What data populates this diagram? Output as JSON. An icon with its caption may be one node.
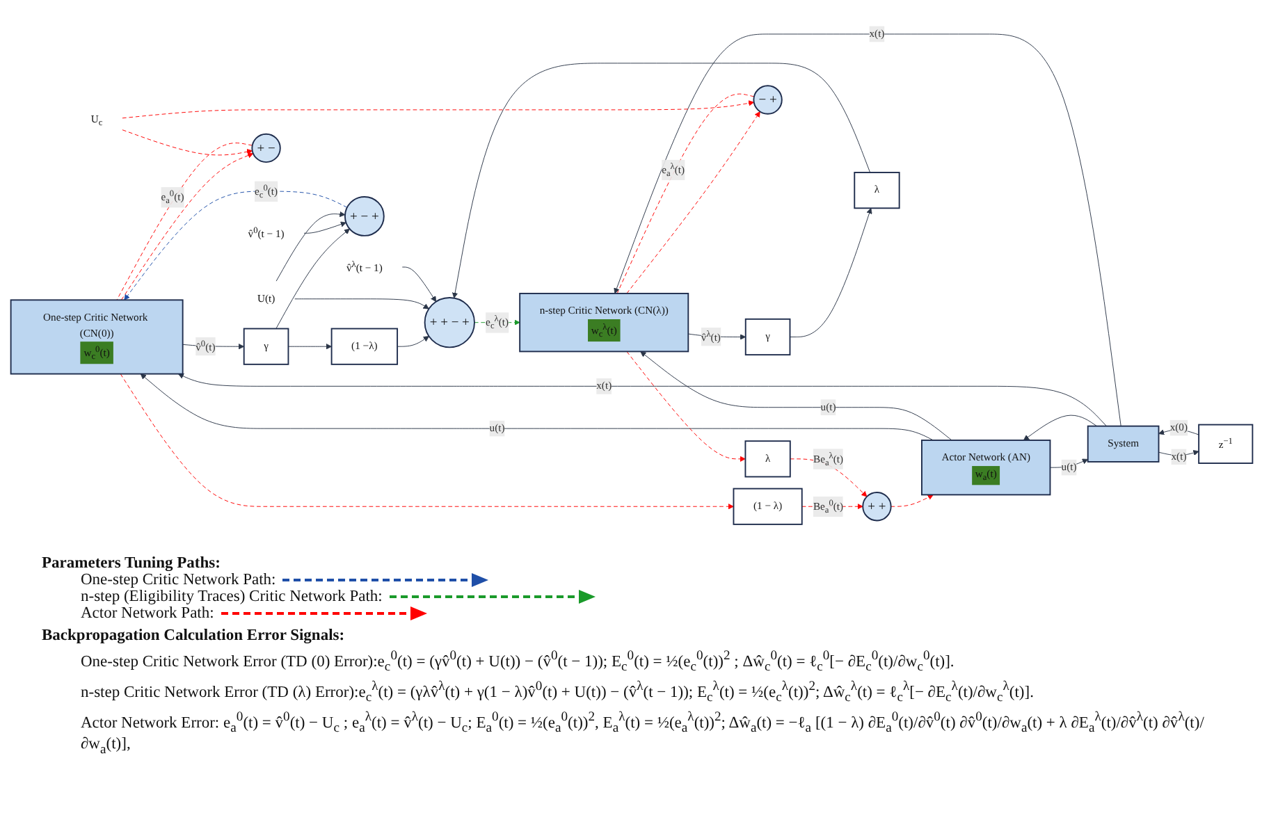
{
  "diagram": {
    "nodes": [
      {
        "text": [
          "One-step Critic Network (CN(0))",
          "w$_{c}$$^{0}$(t)"
        ]
      },
      {
        "text": [
          "(1 − λ)"
        ]
      },
      {
        "text": [
          "+",
          "+"
        ]
      },
      {
        "text": [
          "Actor Network (AN)",
          "w$_{a}$(t)"
        ]
      },
      {
        "text": [
          "λ"
        ]
      },
      {
        "text": [
          "System"
        ]
      },
      {
        "text": [
          "z$^{−1}$"
        ]
      },
      {
        "text": [
          "n-step Critic Network (CN(λ))",
          "w$_{c}$$^{λ}$(t)"
        ]
      },
      {
        "text": [
          "γ"
        ]
      },
      {
        "text": [
          "+",
          "−"
        ]
      },
      {
        "text": [
          "−",
          "+"
        ]
      },
      {
        "text": [
          "U$_{c}$"
        ]
      },
      {
        "text": [
          "(1 −λ)"
        ]
      },
      {
        "text": [
          "γ"
        ]
      },
      {
        "text": [
          "λ"
        ]
      },
      {
        "text": [
          "+",
          "−",
          "+"
        ]
      },
      {
        "text": [
          "+",
          "+",
          "−",
          "+"
        ]
      },
      {
        "text": [
          "v̂$^{0}$(t − 1)"
        ]
      },
      {
        "text": [
          "U(t)"
        ]
      },
      {
        "text": [
          "v̂$^{λ}$(t − 1)"
        ]
      }
    ],
    "edges": [
      {
        "from": 5,
        "to": 3,
        "arrow": "to"
      },
      {
        "from": 5,
        "to": 0,
        "arrow": "to",
        "label": "x(t)"
      },
      {
        "from": 5,
        "to": 7,
        "arrow": "to",
        "label": "x(t)"
      },
      {
        "from": 5,
        "to": 6,
        "arrow": "to",
        "label": "x(t)"
      },
      {
        "from": 3,
        "to": 5,
        "arrow": "to",
        "label": "u(t)"
      },
      {
        "from": 3,
        "to": 0,
        "arrow": "to",
        "label": "u(t)"
      },
      {
        "from": 3,
        "to": 7,
        "arrow": "to",
        "label": "u(t)"
      },
      {
        "from": 6,
        "to": 5,
        "arrow": "to",
        "label": "x(0)"
      },
      {
        "from": 0,
        "to": 8,
        "arrow": "to",
        "label": "v̂$^{0}$(t)"
      },
      {
        "from": 8,
        "to": 15,
        "arrow": "to"
      },
      {
        "from": 8,
        "to": 12,
        "arrow": "to"
      },
      {
        "from": 12,
        "to": 16,
        "arrow": "to"
      },
      {
        "from": 7,
        "to": 13,
        "arrow": "to",
        "label": "v̂$^{λ}$(t)"
      },
      {
        "from": 13,
        "to": 14,
        "arrow": "to"
      },
      {
        "from": 14,
        "to": 16,
        "arrow": "to"
      },
      {
        "from": 17,
        "to": 15,
        "arrow": "to"
      },
      {
        "from": 18,
        "to": 15,
        "arrow": "to"
      },
      {
        "from": 18,
        "to": 16,
        "arrow": "to"
      },
      {
        "from": 19,
        "to": 16,
        "arrow": "to"
      },
      {
        "from": 15,
        "to": 0,
        "arrow": "to",
        "label": "e$_{c}$$^{0}$(t)",
        "style": "dashed",
        "color": "#1f4fa8"
      },
      {
        "from": 16,
        "to": 7,
        "arrow": "to",
        "label": "e$_{c}$$^{λ}$(t)",
        "style": "dashed",
        "color": "#1a9a2a"
      },
      {
        "from": 0,
        "to": 9,
        "arrow": "to",
        "style": "dashed",
        "color": "#ff0000"
      },
      {
        "from": 7,
        "to": 10,
        "arrow": "to",
        "style": "dashed",
        "color": "#ff0000"
      },
      {
        "from": 11,
        "to": 9,
        "arrow": "to",
        "style": "dashed",
        "color": "#ff0000"
      },
      {
        "from": 11,
        "to": 10,
        "arrow": "to",
        "style": "dashed",
        "color": "#ff0000"
      },
      {
        "from": 9,
        "to": 0,
        "arrow": "none",
        "label": "e$_{a}$$^{0}$(t)",
        "style": "dashed",
        "color": "#ff0000"
      },
      {
        "from": 10,
        "to": 7,
        "arrow": "none",
        "label": "e$_{a}$$^{λ}$(t)",
        "style": "dashed",
        "color": "#ff0000"
      },
      {
        "from": 0,
        "to": 1,
        "arrow": "to",
        "style": "dashed",
        "color": "#ff0000"
      },
      {
        "from": 7,
        "to": 4,
        "arrow": "to",
        "style": "dashed",
        "color": "#ff0000"
      },
      {
        "from": 1,
        "to": 2,
        "arrow": "to",
        "label": "Be$_{a}$$^{0}$(t)",
        "style": "dashed",
        "color": "#ff0000"
      },
      {
        "from": 4,
        "to": 2,
        "arrow": "to",
        "label": "Be$_{a}$$^{λ}$(t)",
        "style": "dashed",
        "color": "#ff0000"
      },
      {
        "from": 2,
        "to": 3,
        "arrow": "to",
        "style": "dashed",
        "color": "#ff0000"
      }
    ],
    "labels": [
      "Parameters Tuning Paths:",
      "Backpropagation Calculation Error Signals:",
      "One-step Critic Network Error (TD (0) Error):e$_{c}$$^{0}$(t) = (γv̂$^{0}$(t) + U(t)) − (v̂$^{0}$(t − 1)); E$_{c}$$^{0}$(t) = ½(e$_{c}$$^{0}$(t))$^{2}$ ; Δŵ$_{c}$$^{0}$(t) = ℓ$_{c}$$^{0}$[− ∂E$_{c}$$^{0}$(t)/∂w$_{c}$$^{0}$(t)].",
      "n-step Critic Network Error (TD (λ) Error):e$_{c}$$^{λ}$(t) = (γλv̂$^{λ}$(t) + γ(1 − λ)v̂$^{0}$(t) + U(t)) − (v̂$^{λ}$(t − 1)); E$_{c}$$^{λ}$(t) = ½(e$_{c}$$^{λ}$(t))$^{2}$; Δŵ$_{c}$$^{λ}$(t) = ℓ$_{c}$$^{λ}$[− ∂E$_{c}$$^{λ}$(t)/∂w$_{c}$$^{λ}$(t)].",
      "Actor Network Error: e$_{a}$$^{0}$(t) = v̂$^{0}$(t) − U$_{c}$ ; e$_{a}$$^{λ}$(t) = v̂$^{λ}$(t) − U$_{c}$; E$_{a}$$^{0}$(t) = ½(e$_{a}$$^{0}$(t))$^{2}$, E$_{a}$$^{λ}$(t) = ½(e$_{a}$$^{λ}$(t))$^{2}$; Δŵ$_{a}$(t) = −ℓ$_{a}$ [(1 − λ) ∂E$_{a}$$^{0}$(t)/∂v̂$^{0}$(t) ∂v̂$^{0}$(t)/∂w$_{a}$(t) + λ ∂E$_{a}$$^{λ}$(t)/∂v̂$^{λ}$(t) ∂v̂$^{λ}$(t)/∂w$_{a}$(t)],"
    ],
    "legend": [
      {
        "text": "One-step Critic Network Path:"
      },
      {
        "text": "n-step (Eligibility Traces) Critic Network Path:"
      },
      {
        "text": "Actor Network Path:"
      }
    ]
  }
}
